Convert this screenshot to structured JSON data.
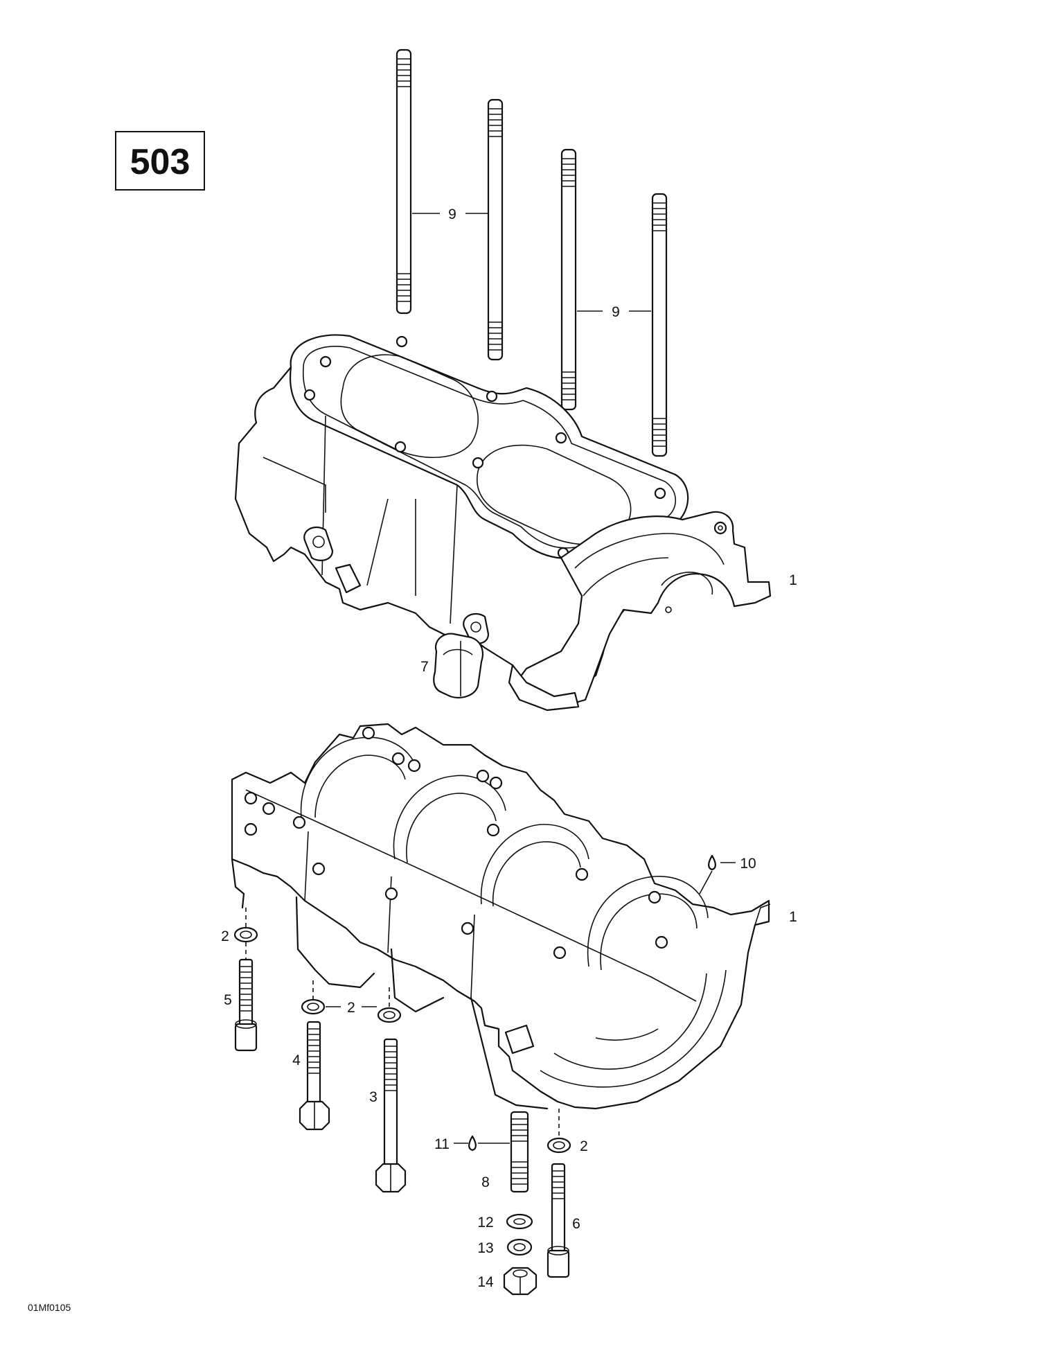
{
  "figure_number": "503",
  "drawing_code": "01Mf0105",
  "callouts": [
    {
      "id": "label-9-left",
      "text": "9"
    },
    {
      "id": "label-9-right",
      "text": "9"
    },
    {
      "id": "label-1-upper",
      "text": "1"
    },
    {
      "id": "label-7",
      "text": "7"
    },
    {
      "id": "label-10",
      "text": "10"
    },
    {
      "id": "label-1-lower",
      "text": "1"
    },
    {
      "id": "label-2-a",
      "text": "2"
    },
    {
      "id": "label-5",
      "text": "5"
    },
    {
      "id": "label-2-b",
      "text": "2"
    },
    {
      "id": "label-4",
      "text": "4"
    },
    {
      "id": "label-3",
      "text": "3"
    },
    {
      "id": "label-11",
      "text": "11"
    },
    {
      "id": "label-2-c",
      "text": "2"
    },
    {
      "id": "label-8",
      "text": "8"
    },
    {
      "id": "label-6",
      "text": "6"
    },
    {
      "id": "label-12",
      "text": "12"
    },
    {
      "id": "label-13",
      "text": "13"
    },
    {
      "id": "label-14",
      "text": "14"
    }
  ]
}
